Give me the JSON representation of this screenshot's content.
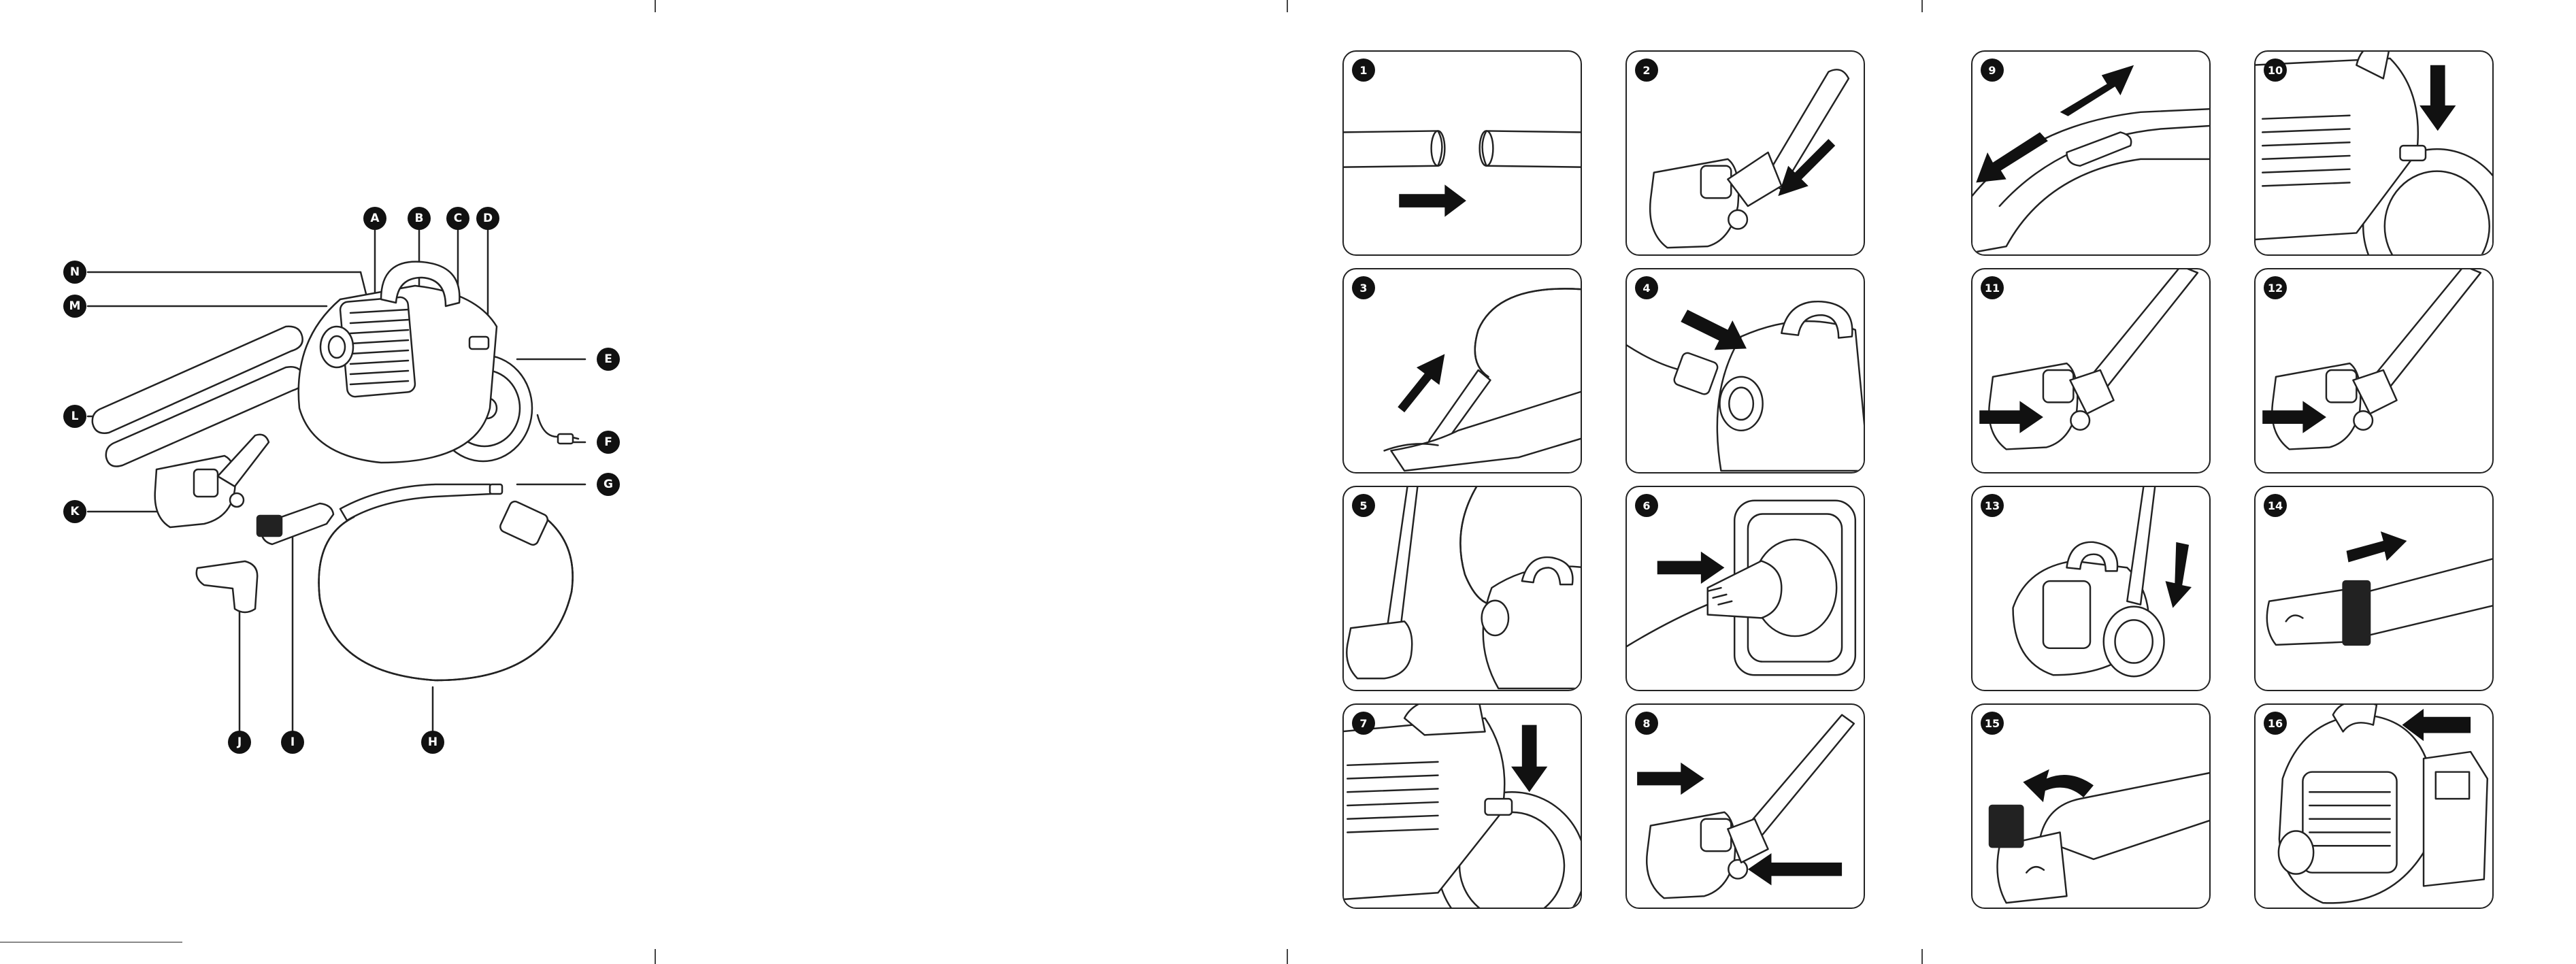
{
  "parts_legend": {
    "labels": [
      "A",
      "B",
      "C",
      "D",
      "E",
      "F",
      "G",
      "H",
      "I",
      "J",
      "K",
      "L",
      "M",
      "N"
    ]
  },
  "steps": [
    {
      "number": "1"
    },
    {
      "number": "2"
    },
    {
      "number": "3"
    },
    {
      "number": "4"
    },
    {
      "number": "5"
    },
    {
      "number": "6"
    },
    {
      "number": "7"
    },
    {
      "number": "8"
    },
    {
      "number": "9"
    },
    {
      "number": "10"
    },
    {
      "number": "11"
    },
    {
      "number": "12"
    },
    {
      "number": "13"
    },
    {
      "number": "14"
    },
    {
      "number": "15"
    },
    {
      "number": "16"
    }
  ],
  "colors": {
    "ink": "#222222",
    "badge": "#111111",
    "paper": "#ffffff"
  }
}
